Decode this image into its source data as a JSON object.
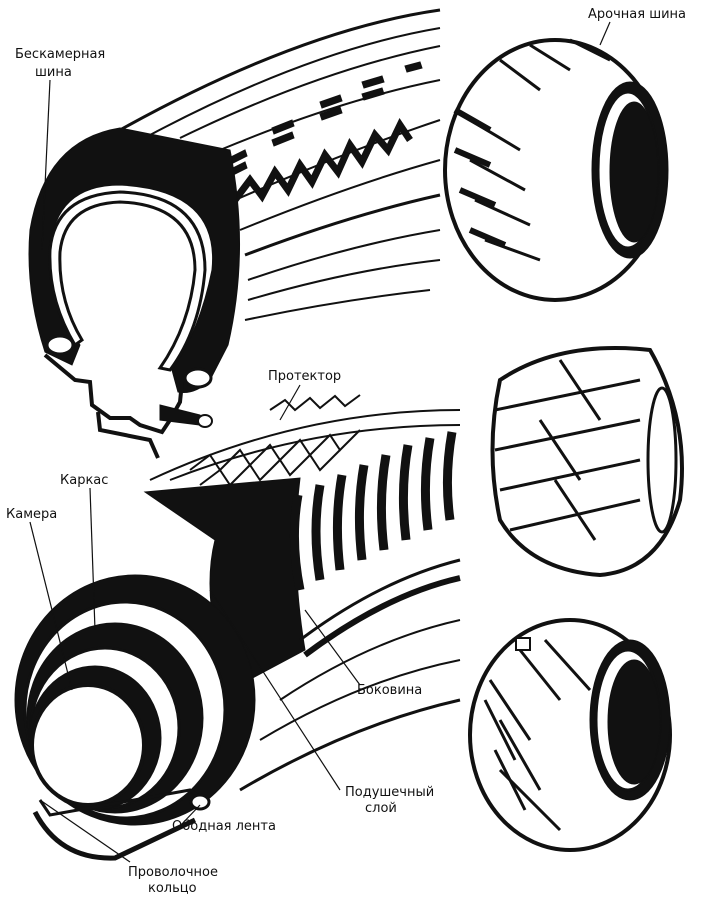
{
  "labels": {
    "tubeless_tire": [
      "Бескамерная",
      "шина"
    ],
    "arched_tire": "Арочная шина",
    "tread": "Протектор",
    "carcass": "Каркас",
    "tube": "Камера",
    "sidewall": "Боковина",
    "breaker": [
      "Подушечный",
      "слой"
    ],
    "rim_tape": "Ободная лента",
    "bead_wire": [
      "Проволочное",
      "кольцо"
    ]
  },
  "colors": {
    "ink": "#111111",
    "paper": "#ffffff"
  }
}
